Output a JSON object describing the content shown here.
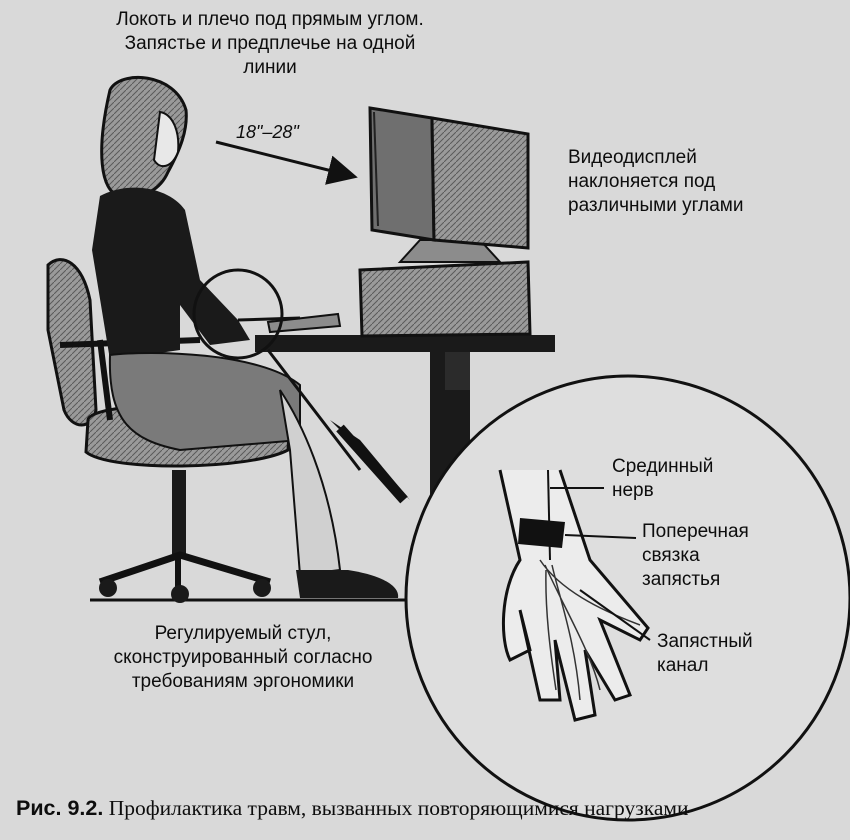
{
  "labels": {
    "posture": [
      "Локоть и плечо под прямым углом.",
      "Запястье и предплечье на одной",
      "линии"
    ],
    "distance": "18\"–28\"",
    "monitor": [
      "Видеодисплей",
      "наклоняется под",
      "различными углами"
    ],
    "chair": [
      "Регулируемый стул,",
      "сконструированный согласно",
      "требованиям эргономики"
    ],
    "nerve": [
      "Срединный",
      "нерв"
    ],
    "ligament": [
      "Поперечная",
      "связка",
      "запястья"
    ],
    "canal": [
      "Запястный",
      "канал"
    ]
  },
  "caption": {
    "number": "Рис. 9.2.",
    "text": "Профилактика травм, вызванных повторяющимися нагрузками"
  },
  "colors": {
    "paper": "#d9d9d9",
    "ink": "#111111",
    "body_fill": "#1a1a1a",
    "grey_fill": "#8c8c8c",
    "light_fill": "#e8e8e8"
  }
}
